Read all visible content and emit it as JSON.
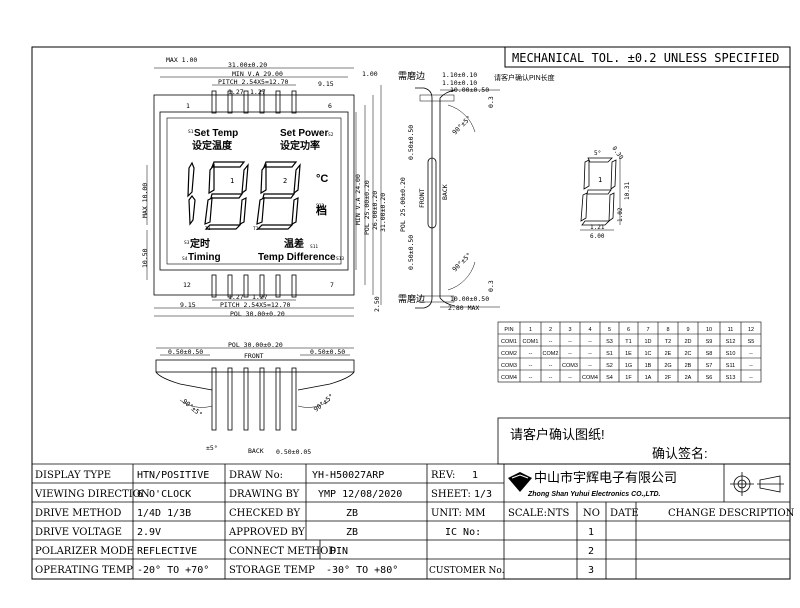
{
  "header": {
    "tolerance": "MECHANICAL TOL. ±0.2 UNLESS SPECIFIED"
  },
  "front_view": {
    "dim_max_top": "MAX 1.00",
    "dim_width": "31.00±0.20",
    "dim_va": "MIN V.A 29.00",
    "dim_pitch_top": "PITCH 2.54X5=12.70",
    "dim_127_a": "1.27",
    "dim_127_b": "1.27",
    "dim_915_top": "9.15",
    "pin1": "1",
    "pin6": "6",
    "pin12": "12",
    "pin7": "7",
    "dim_100": "1.00",
    "dim_max10": "MAX 10.00",
    "dim_1050": "10.50",
    "dim_250": "2.50",
    "dim_127_c": "1.27",
    "dim_127_d": "1.27",
    "dim_915_bot": "9.15",
    "dim_pitch_bot": "PITCH 2.54X5=12.70",
    "dim_pol_bot": "POL 30.00±0.20",
    "vert_dims": [
      "MIN V.A 24.00",
      "POL 25.00±0.20",
      "26.00±0.20",
      "31.00±0.20"
    ]
  },
  "lcd": {
    "set_temp_en": "Set Temp",
    "set_temp_cn": "设定温度",
    "set_power_en": "Set Power",
    "set_power_cn": "设定功率",
    "timing_cn": "定时",
    "timing_en": "Timing",
    "diff_cn": "温差",
    "diff_en": "Temp Difference",
    "gear": "档",
    "deg": "°C",
    "digit1": "1",
    "digit2": "2",
    "labels": {
      "s1": "S1",
      "s2": "S2",
      "s3": "S3",
      "s4": "S4",
      "s11": "S11",
      "s12": "S12",
      "s13": "S13",
      "t1": "T1",
      "t2": "T2"
    }
  },
  "side_view": {
    "grind_top": "需磨边",
    "grind_bot": "需磨边",
    "note_pin": "请客户确认PIN长度",
    "d110": "1.10±0.10",
    "d110b": "1.10±0.10",
    "d1000": "10.00±0.50",
    "d1000b": "10.00±0.50",
    "d03a": "0.3",
    "d03b": "0.3",
    "d050a": "0.50±0.50",
    "d050b": "0.50±0.50",
    "d2500": "POL 25.00±0.20",
    "front": "FRONT",
    "back": "BACK",
    "d280": "2.80 MAX",
    "ang_a": "90°±5°",
    "ang_b": "90°±5°"
  },
  "detail": {
    "d5": "5°",
    "d030": "0.30",
    "d1031": "10.31",
    "d102": "1.02",
    "d121": "1.21",
    "d600": "6.00",
    "num": "1"
  },
  "bottom_view": {
    "pol": "POL 30.00±0.20",
    "front": "FRONT",
    "back": "BACK",
    "d050a": "0.50±0.50",
    "d050b": "0.50±0.50",
    "d050c": "0.50±0.05",
    "ang_a": "90°±5°",
    "ang_b": "90°±5°",
    "ang_c": "±5°"
  },
  "pin_table": {
    "header": [
      "PIN",
      "1",
      "2",
      "3",
      "4",
      "5",
      "6",
      "7",
      "8",
      "9",
      "10",
      "11",
      "12"
    ],
    "rows": [
      [
        "COM1",
        "COM1",
        "--",
        "--",
        "--",
        "S3",
        "T1",
        "1D",
        "T2",
        "2D",
        "S9",
        "S12",
        "S5"
      ],
      [
        "COM2",
        "--",
        "COM2",
        "--",
        "--",
        "S1",
        "1E",
        "1C",
        "2E",
        "2C",
        "S8",
        "S10",
        "--"
      ],
      [
        "COM3",
        "--",
        "--",
        "COM3",
        "--",
        "S2",
        "1G",
        "1B",
        "2G",
        "2B",
        "S7",
        "S11",
        "--"
      ],
      [
        "COM4",
        "--",
        "--",
        "--",
        "COM4",
        "S4",
        "1F",
        "1A",
        "2F",
        "2A",
        "S6",
        "S13",
        "--"
      ]
    ]
  },
  "confirm": {
    "title": "请客户确认图纸!",
    "sign": "确认签名:"
  },
  "title_block": {
    "display_type_label": "DISPLAY TYPE",
    "display_type": "HTN/POSITIVE",
    "viewing_label": "VIEWING DIRECTION",
    "viewing": "6 O'CLOCK",
    "drive_method_label": "DRIVE METHOD",
    "drive_method": "1/4D  1/3B",
    "drive_voltage_label": "DRIVE VOLTAGE",
    "drive_voltage": "2.9V",
    "polarizer_label": "POLARIZER MODE",
    "polarizer": "REFLECTIVE",
    "operating_label": "OPERATING TEMP",
    "operating": "-20° TO +70°",
    "draw_no_label": "DRAW No:",
    "draw_no": "YH-H50027ARP",
    "drawing_by_label": "DRAWING BY",
    "drawing_by": "YMP  12/08/2020",
    "checked_label": "CHECKED BY",
    "checked": "ZB",
    "approved_label": "APPROVED BY",
    "approved": "ZB",
    "connect_label": "CONNECT METHOD",
    "connect": "PIN",
    "storage_label": "STORAGE TEMP",
    "storage": "-30° TO +80°",
    "rev_label": "REV:",
    "rev": "1",
    "sheet_label": "SHEET:",
    "sheet": "1/3",
    "unit": "UNIT: MM",
    "ic_label": "IC No:",
    "customer": "CUSTOMER No.",
    "company_cn": "中山市宇辉电子有限公司",
    "company_en": "Zhong Shan Yuhui Electronics CO.,LTD.",
    "scale": "SCALE:NTS",
    "no": "NO",
    "date": "DATE",
    "change": "CHANGE DESCRIPTION",
    "nums": [
      "1",
      "2",
      "3"
    ]
  }
}
